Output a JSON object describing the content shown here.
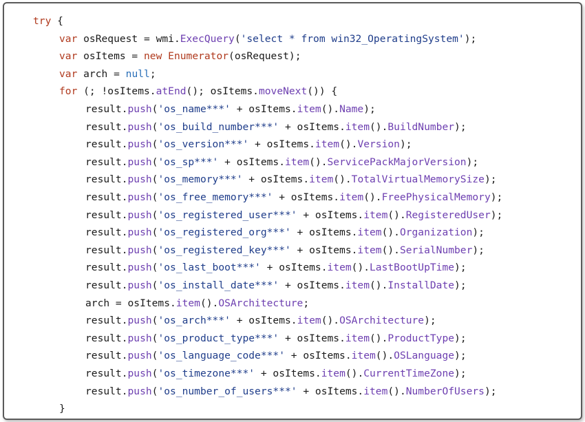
{
  "lines": [
    [
      [
        "kw",
        "try"
      ],
      [
        "plain",
        " {"
      ]
    ],
    [
      [
        "kw",
        "var"
      ],
      [
        "plain",
        " osRequest = wmi."
      ],
      [
        "fn",
        "ExecQuery"
      ],
      [
        "plain",
        "("
      ],
      [
        "str",
        "'select * from win32_OperatingSystem'"
      ],
      [
        "plain",
        ");"
      ]
    ],
    [
      [
        "kw",
        "var"
      ],
      [
        "plain",
        " osItems = "
      ],
      [
        "kw",
        "new"
      ],
      [
        "plain",
        " "
      ],
      [
        "cls",
        "Enumerator"
      ],
      [
        "plain",
        "(osRequest);"
      ]
    ],
    [
      [
        "kw",
        "var"
      ],
      [
        "plain",
        " arch = "
      ],
      [
        "lit",
        "null"
      ],
      [
        "plain",
        ";"
      ]
    ],
    [
      [
        "kw",
        "for"
      ],
      [
        "plain",
        " (; !osItems."
      ],
      [
        "fn",
        "atEnd"
      ],
      [
        "plain",
        "(); osItems."
      ],
      [
        "fn",
        "moveNext"
      ],
      [
        "plain",
        "()) {"
      ]
    ],
    [
      [
        "plain",
        "result."
      ],
      [
        "fn",
        "push"
      ],
      [
        "plain",
        "("
      ],
      [
        "str",
        "'os_name***'"
      ],
      [
        "plain",
        " + osItems."
      ],
      [
        "fn",
        "item"
      ],
      [
        "plain",
        "()."
      ],
      [
        "prop",
        "Name"
      ],
      [
        "plain",
        ");"
      ]
    ],
    [
      [
        "plain",
        "result."
      ],
      [
        "fn",
        "push"
      ],
      [
        "plain",
        "("
      ],
      [
        "str",
        "'os_build_number***'"
      ],
      [
        "plain",
        " + osItems."
      ],
      [
        "fn",
        "item"
      ],
      [
        "plain",
        "()."
      ],
      [
        "prop",
        "BuildNumber"
      ],
      [
        "plain",
        ");"
      ]
    ],
    [
      [
        "plain",
        "result."
      ],
      [
        "fn",
        "push"
      ],
      [
        "plain",
        "("
      ],
      [
        "str",
        "'os_version***'"
      ],
      [
        "plain",
        " + osItems."
      ],
      [
        "fn",
        "item"
      ],
      [
        "plain",
        "()."
      ],
      [
        "prop",
        "Version"
      ],
      [
        "plain",
        ");"
      ]
    ],
    [
      [
        "plain",
        "result."
      ],
      [
        "fn",
        "push"
      ],
      [
        "plain",
        "("
      ],
      [
        "str",
        "'os_sp***'"
      ],
      [
        "plain",
        " + osItems."
      ],
      [
        "fn",
        "item"
      ],
      [
        "plain",
        "()."
      ],
      [
        "prop",
        "ServicePackMajorVersion"
      ],
      [
        "plain",
        ");"
      ]
    ],
    [
      [
        "plain",
        "result."
      ],
      [
        "fn",
        "push"
      ],
      [
        "plain",
        "("
      ],
      [
        "str",
        "'os_memory***'"
      ],
      [
        "plain",
        " + osItems."
      ],
      [
        "fn",
        "item"
      ],
      [
        "plain",
        "()."
      ],
      [
        "prop",
        "TotalVirtualMemorySize"
      ],
      [
        "plain",
        ");"
      ]
    ],
    [
      [
        "plain",
        "result."
      ],
      [
        "fn",
        "push"
      ],
      [
        "plain",
        "("
      ],
      [
        "str",
        "'os_free_memory***'"
      ],
      [
        "plain",
        " + osItems."
      ],
      [
        "fn",
        "item"
      ],
      [
        "plain",
        "()."
      ],
      [
        "prop",
        "FreePhysicalMemory"
      ],
      [
        "plain",
        ");"
      ]
    ],
    [
      [
        "plain",
        "result."
      ],
      [
        "fn",
        "push"
      ],
      [
        "plain",
        "("
      ],
      [
        "str",
        "'os_registered_user***'"
      ],
      [
        "plain",
        " + osItems."
      ],
      [
        "fn",
        "item"
      ],
      [
        "plain",
        "()."
      ],
      [
        "prop",
        "RegisteredUser"
      ],
      [
        "plain",
        ");"
      ]
    ],
    [
      [
        "plain",
        "result."
      ],
      [
        "fn",
        "push"
      ],
      [
        "plain",
        "("
      ],
      [
        "str",
        "'os_registered_org***'"
      ],
      [
        "plain",
        " + osItems."
      ],
      [
        "fn",
        "item"
      ],
      [
        "plain",
        "()."
      ],
      [
        "prop",
        "Organization"
      ],
      [
        "plain",
        ");"
      ]
    ],
    [
      [
        "plain",
        "result."
      ],
      [
        "fn",
        "push"
      ],
      [
        "plain",
        "("
      ],
      [
        "str",
        "'os_registered_key***'"
      ],
      [
        "plain",
        " + osItems."
      ],
      [
        "fn",
        "item"
      ],
      [
        "plain",
        "()."
      ],
      [
        "prop",
        "SerialNumber"
      ],
      [
        "plain",
        ");"
      ]
    ],
    [
      [
        "plain",
        "result."
      ],
      [
        "fn",
        "push"
      ],
      [
        "plain",
        "("
      ],
      [
        "str",
        "'os_last_boot***'"
      ],
      [
        "plain",
        " + osItems."
      ],
      [
        "fn",
        "item"
      ],
      [
        "plain",
        "()."
      ],
      [
        "prop",
        "LastBootUpTime"
      ],
      [
        "plain",
        ");"
      ]
    ],
    [
      [
        "plain",
        "result."
      ],
      [
        "fn",
        "push"
      ],
      [
        "plain",
        "("
      ],
      [
        "str",
        "'os_install_date***'"
      ],
      [
        "plain",
        " + osItems."
      ],
      [
        "fn",
        "item"
      ],
      [
        "plain",
        "()."
      ],
      [
        "prop",
        "InstallDate"
      ],
      [
        "plain",
        ");"
      ]
    ],
    [
      [
        "plain",
        "arch = osItems."
      ],
      [
        "fn",
        "item"
      ],
      [
        "plain",
        "()."
      ],
      [
        "prop",
        "OSArchitecture"
      ],
      [
        "plain",
        ";"
      ]
    ],
    [
      [
        "plain",
        "result."
      ],
      [
        "fn",
        "push"
      ],
      [
        "plain",
        "("
      ],
      [
        "str",
        "'os_arch***'"
      ],
      [
        "plain",
        " + osItems."
      ],
      [
        "fn",
        "item"
      ],
      [
        "plain",
        "()."
      ],
      [
        "prop",
        "OSArchitecture"
      ],
      [
        "plain",
        ");"
      ]
    ],
    [
      [
        "plain",
        "result."
      ],
      [
        "fn",
        "push"
      ],
      [
        "plain",
        "("
      ],
      [
        "str",
        "'os_product_type***'"
      ],
      [
        "plain",
        " + osItems."
      ],
      [
        "fn",
        "item"
      ],
      [
        "plain",
        "()."
      ],
      [
        "prop",
        "ProductType"
      ],
      [
        "plain",
        ");"
      ]
    ],
    [
      [
        "plain",
        "result."
      ],
      [
        "fn",
        "push"
      ],
      [
        "plain",
        "("
      ],
      [
        "str",
        "'os_language_code***'"
      ],
      [
        "plain",
        " + osItems."
      ],
      [
        "fn",
        "item"
      ],
      [
        "plain",
        "()."
      ],
      [
        "prop",
        "OSLanguage"
      ],
      [
        "plain",
        ");"
      ]
    ],
    [
      [
        "plain",
        "result."
      ],
      [
        "fn",
        "push"
      ],
      [
        "plain",
        "("
      ],
      [
        "str",
        "'os_timezone***'"
      ],
      [
        "plain",
        " + osItems."
      ],
      [
        "fn",
        "item"
      ],
      [
        "plain",
        "()."
      ],
      [
        "prop",
        "CurrentTimeZone"
      ],
      [
        "plain",
        ");"
      ]
    ],
    [
      [
        "plain",
        "result."
      ],
      [
        "fn",
        "push"
      ],
      [
        "plain",
        "("
      ],
      [
        "str",
        "'os_number_of_users***'"
      ],
      [
        "plain",
        " + osItems."
      ],
      [
        "fn",
        "item"
      ],
      [
        "plain",
        "()."
      ],
      [
        "prop",
        "NumberOfUsers"
      ],
      [
        "plain",
        ");"
      ]
    ],
    [
      [
        "plain",
        "}"
      ]
    ]
  ],
  "colors": {
    "keyword": "#b03a1e",
    "function": "#6d3fb0",
    "string": "#1f3d8a",
    "literal": "#2a6fb8",
    "text": "#1a1a1a"
  }
}
